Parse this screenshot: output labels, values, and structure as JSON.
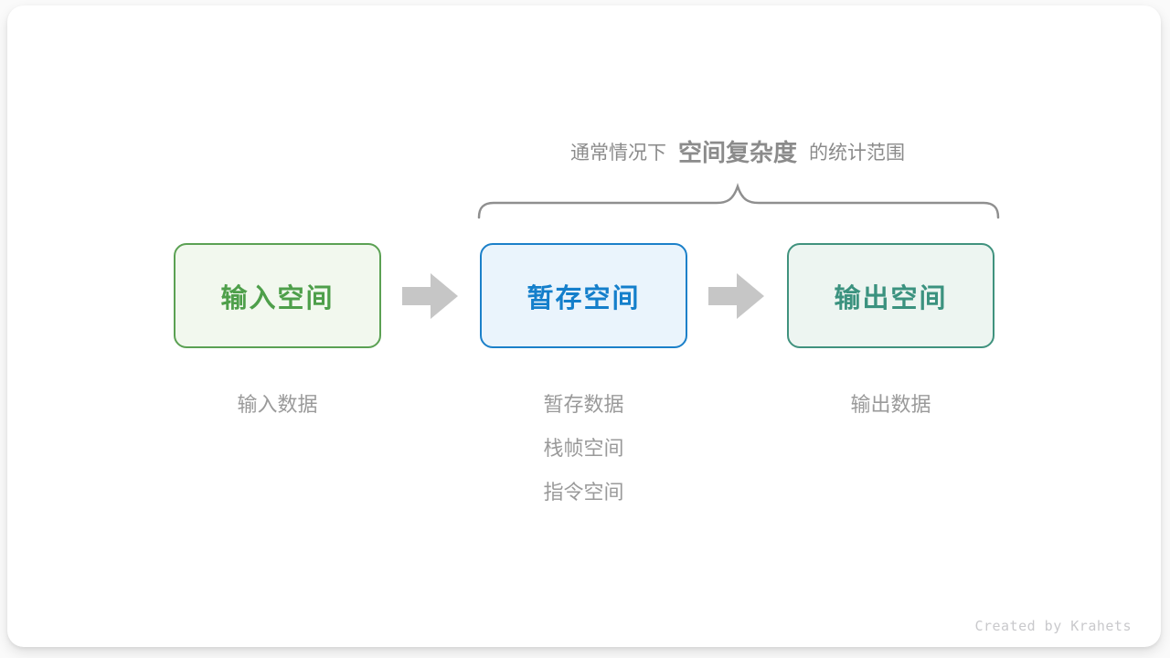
{
  "title": {
    "prefix": "通常情况下",
    "emphasis": "空间复杂度",
    "suffix": "的统计范围"
  },
  "boxes": [
    {
      "label": "输入空间"
    },
    {
      "label": "暂存空间"
    },
    {
      "label": "输出空间"
    }
  ],
  "captions": {
    "input": [
      "输入数据"
    ],
    "buffer": [
      "暂存数据",
      "栈帧空间",
      "指令空间"
    ],
    "output": [
      "输出数据"
    ]
  },
  "credit": "Created by Krahets",
  "colors": {
    "input_border": "#5BA153",
    "input_bg": "#F2F8EE",
    "input_text": "#4E9F4A",
    "buffer_border": "#1B80C9",
    "buffer_bg": "#EAF4FC",
    "buffer_text": "#147FCB",
    "output_border": "#40927E",
    "output_bg": "#EDF5F1",
    "output_text": "#3B927F",
    "arrow": "#C6C6C6",
    "caption_text": "#9A9A9A",
    "title_text": "#8B8B8B",
    "brace": "#8F8F8F"
  }
}
